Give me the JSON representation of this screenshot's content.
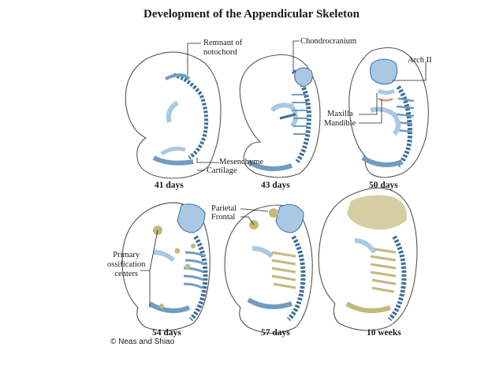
{
  "title": "Development of the Appendicular Skeleton",
  "labels": {
    "remnant_of_notochord": [
      "Remnant of",
      "notochord"
    ],
    "chondrocranium": "Chondrocranium",
    "arch_ii": "Arch II",
    "maxilla": "Maxilla",
    "mandible": "Mandible",
    "mesenchyme": "Mesenchyme",
    "cartilage": "Cartilage",
    "parietal": "Parietal",
    "frontal": "Frontal",
    "primary_ossification_centers": [
      "Primary",
      "ossification",
      "centers"
    ]
  },
  "stages": [
    {
      "caption": "41 days"
    },
    {
      "caption": "43 days"
    },
    {
      "caption": "50 days"
    },
    {
      "caption": "54 days"
    },
    {
      "caption": "57 days"
    },
    {
      "caption": "10 weeks"
    }
  ],
  "credit": "© Neas and Shiao",
  "colors": {
    "cartilage": "#a9c8e3",
    "cartilage_dark": "#3d6f99",
    "bone": "#c4b87a",
    "outline": "#555555"
  }
}
